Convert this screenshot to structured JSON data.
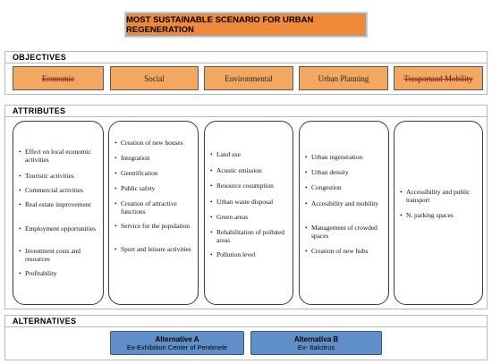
{
  "title": "MOST SUSTAINABLE SCENARIO FOR URBAN REGENERATION",
  "objectives": {
    "header": "OBJECTIVES",
    "items": [
      "Economic",
      "Social",
      "Environmental",
      "Urban Planning",
      "Trasportand Mobility"
    ]
  },
  "attributes": {
    "header": "ATTRIBUTES",
    "columns": [
      [
        "Effect on local economic activities",
        "Touristic activities",
        "Commercial activities",
        "Real estate improvement",
        "Employment opportunities",
        "Investment costs and resources",
        "Profitability"
      ],
      [
        "Creation of new houses",
        "Integration",
        "Gentrification",
        "Public safety",
        "Creation of attractive functions",
        "Service for the population",
        "Sport and leisure activities"
      ],
      [
        "Land use",
        "Acustic emission",
        "Resource cosumption",
        "Urban waste disposal",
        "Green areas",
        "Rehabilitation of polluted areas",
        "Pollution level"
      ],
      [
        "Urban regeneration",
        "Urban density",
        "Congestion",
        "Accesibility and mobility",
        "Management of crowded spaces",
        "Creation of new hubs"
      ],
      [
        "Accessibility and public transport",
        "N. parking spaces"
      ]
    ]
  },
  "alternatives": {
    "header": "ALTERNATIVES",
    "items": [
      {
        "title": "Alternative A",
        "subtitle": "Ex-Exhibition Center of Pentimele"
      },
      {
        "title": "Alternativa B",
        "subtitle": "Ex- Italcitrus"
      }
    ]
  },
  "colors": {
    "title_fill": "#f08a3a",
    "objective_fill": "#f4a760",
    "alternative_fill": "#5f8fc6",
    "attribute_border": "#2b3a6b"
  }
}
